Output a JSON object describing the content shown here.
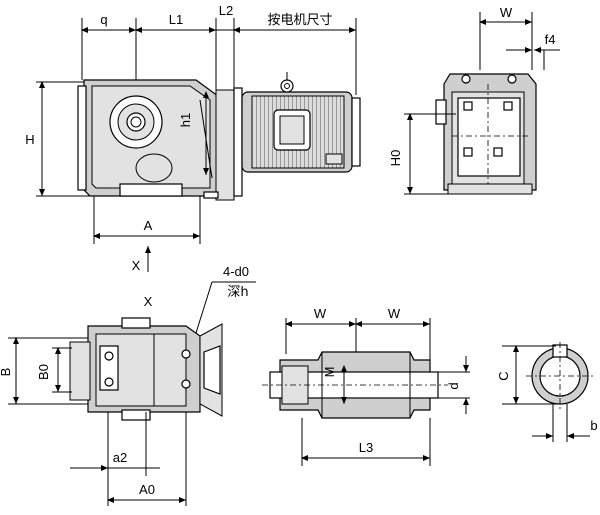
{
  "labels": {
    "q": "q",
    "L1": "L1",
    "L2": "L2",
    "motor_dims": "按电机尺寸",
    "W": "W",
    "f4": "f4",
    "H": "H",
    "h1": "h1",
    "H0": "H0",
    "A": "A",
    "X": "X",
    "d0": "4-d0",
    "depth_h": "深h",
    "B": "B",
    "B0": "B0",
    "a2": "a2",
    "A0": "A0",
    "M": "M",
    "d": "d",
    "L3": "L3",
    "C": "C",
    "b": "b"
  }
}
